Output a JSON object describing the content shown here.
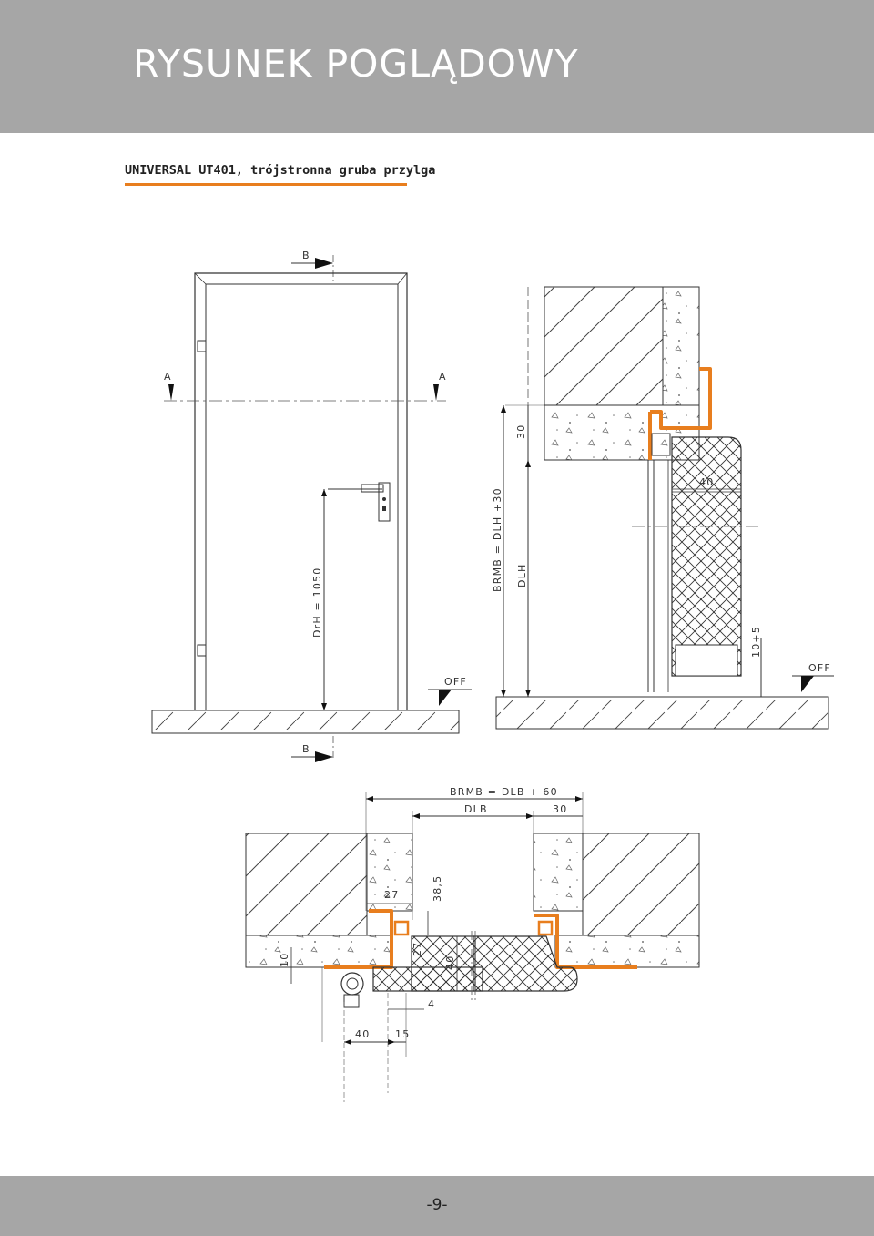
{
  "header": {
    "title": "RYSUNEK POGLĄDOWY"
  },
  "subtitle": "UNIVERSAL  UT401, trójstronna gruba przylga",
  "drawing": {
    "colors": {
      "profile": "#e87e1e",
      "line": "#333333"
    },
    "elevation": {
      "section_b_top": "B",
      "section_b_bottom": "B",
      "section_a_left": "A",
      "section_a_right": "A",
      "handle_height": "DrH = 1050",
      "floor_mark": "OFF"
    },
    "vertical_section": {
      "dim_30": "30",
      "dim_40": "40",
      "brmb": "BRMB = DLH +30",
      "dlh": "DLH",
      "gap": "10+5",
      "floor_mark": "OFF"
    },
    "horizontal_section": {
      "brmb": "BRMB = DLB + 60",
      "dlb": "DLB",
      "dim_30": "30",
      "dim_27": "27",
      "dim_38_5": "38,5",
      "dim_27_b": "27",
      "dim_40": "40",
      "dim_10": "10",
      "dim_4": "4",
      "dim_40_b": "40",
      "dim_15": "15"
    }
  },
  "footer": {
    "page_number": "-9-"
  }
}
